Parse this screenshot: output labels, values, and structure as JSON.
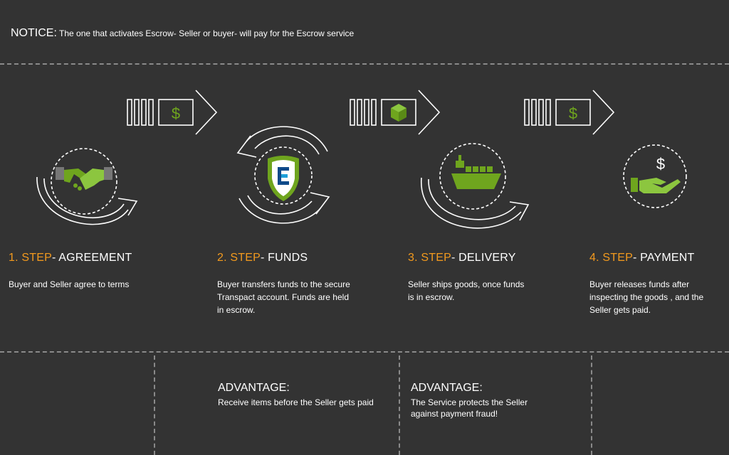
{
  "notice": {
    "lead": "NOTICE:",
    "text": "The one that activates Escrow- Seller or buyer- will pay for the Escrow service"
  },
  "steps": [
    {
      "number": "1. STEP",
      "title": "- AGREEMENT",
      "description": "Buyer and Seller agree to terms",
      "icon": "handshake-icon"
    },
    {
      "number": "2. STEP",
      "title": "- FUNDS",
      "description": "Buyer transfers funds to the secure Transpact account. Funds are held in escrow.",
      "icon": "escrow-shield-icon"
    },
    {
      "number": "3. STEP",
      "title": "- DELIVERY",
      "description": "Seller ships goods, once funds is in escrow.",
      "icon": "cargo-ship-icon"
    },
    {
      "number": "4. STEP",
      "title": "- PAYMENT",
      "description": "Buyer releases funds after inspecting the goods , and the Seller gets paid.",
      "icon": "hand-dollar-icon"
    }
  ],
  "transfers": [
    {
      "icon": "dollar-icon",
      "symbol": "$"
    },
    {
      "icon": "package-icon",
      "symbol": ""
    },
    {
      "icon": "dollar-icon",
      "symbol": "$"
    }
  ],
  "advantages": [
    {
      "title": "ADVANTAGE:",
      "description": "Receive items before the Seller gets paid"
    },
    {
      "title": "ADVANTAGE:",
      "description": "The Service protects the Seller against payment fraud!"
    }
  ],
  "colors": {
    "background": "#333333",
    "accent_orange": "#f39a1e",
    "icon_green": "#6fa51e",
    "line_white": "#ffffff",
    "divider": "#8a8a8a"
  }
}
